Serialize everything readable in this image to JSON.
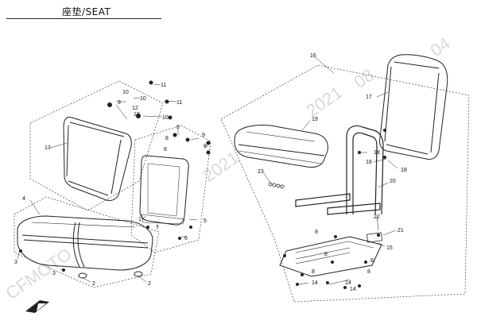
{
  "title": "座垫/SEAT",
  "watermark": [
    "CFMOTO",
    "2021",
    "08",
    "04"
  ],
  "callouts": [
    "1",
    "2",
    "3",
    "4",
    "5",
    "6",
    "7",
    "8",
    "9",
    "10",
    "11",
    "12",
    "13",
    "14",
    "15",
    "16",
    "17",
    "18",
    "19",
    "20",
    "21",
    "22",
    "23"
  ],
  "icons": {
    "front_arrow": "front-direction-arrow-icon"
  },
  "colors": {
    "line": "#222222",
    "watermark": "#d9d9d9",
    "background": "#ffffff"
  }
}
